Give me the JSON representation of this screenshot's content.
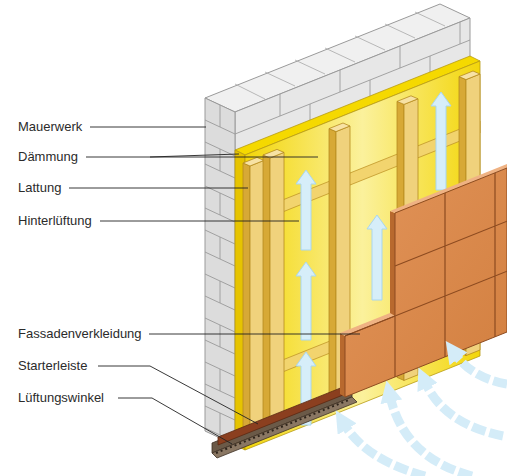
{
  "diagram": {
    "labels": [
      "Mauerwerk",
      "Dämmung",
      "Lattung",
      "Hinterlüftung",
      "Fassadenverkleidung",
      "Starterleiste",
      "Lüftungswinkel"
    ]
  }
}
